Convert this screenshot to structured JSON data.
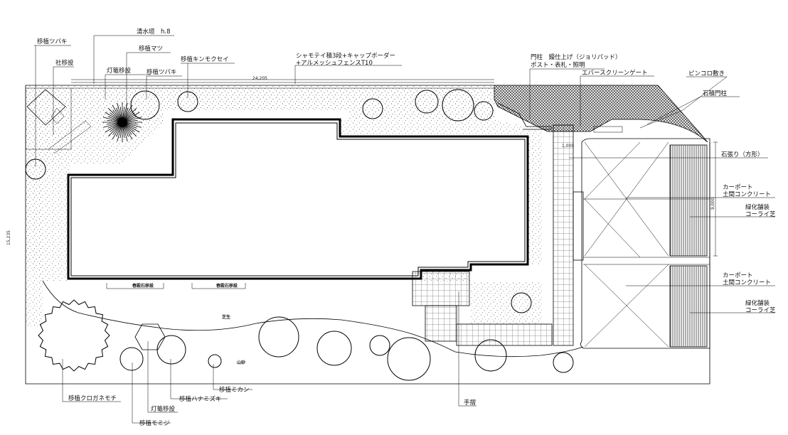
{
  "labels": {
    "tsubaki_move_top": "移植ツバキ",
    "shrine_move": "社移設",
    "shimizu_fence": "清水垣　h.8",
    "pine_move": "移植マツ",
    "lantern_move_top": "灯篭移設",
    "tsubaki_move_2": "移植ツバキ",
    "kinmokusei": "移植キンモクセイ",
    "shamotei_line1": "シャモテイ積3段+キャップボーダー",
    "shamotei_line2": "+アルメッシュフェンスT10",
    "gate_post_line1": "門柱　鏝仕上げ（ジョリパッド）",
    "gate_post_line2": "ポスト・表札・照明",
    "evergreen_gate": "エバースクリーンゲート",
    "pinkoro": "ピンコロ敷き",
    "stone_post": "石積門柱",
    "stone_paving": "石張り（方形）",
    "carport_1_line1": "カーポート",
    "carport_1_line2": "土間コンクリート",
    "green_1_line1": "緑化舗装",
    "green_1_line2": "コーライ芝",
    "carport_2_line1": "カーポート",
    "carport_2_line2": "土間コンクリート",
    "green_2_line1": "緑化舗装",
    "green_2_line2": "コーライ芝",
    "kasuga_1": "春殿石移設",
    "kasuga_2": "春殿石移設",
    "lawn": "芝生",
    "gravel": "山砂",
    "kurogane": "移植クロガネモチ",
    "lantern_move_bottom": "灯篭移設",
    "momiji": "移植モミジ",
    "hanamizuki": "移植ハナミズキ",
    "mikan": "移植ミカン",
    "handrail": "手摺"
  },
  "dimensions": {
    "width_total": "24,205",
    "depth_total": "15,235",
    "carport_dim": "9,000",
    "small_dim": "1,000"
  },
  "colors": {
    "line": "#000000",
    "gravel_dot": "#555555",
    "pinkoro_fill": "#3a3a3a"
  }
}
